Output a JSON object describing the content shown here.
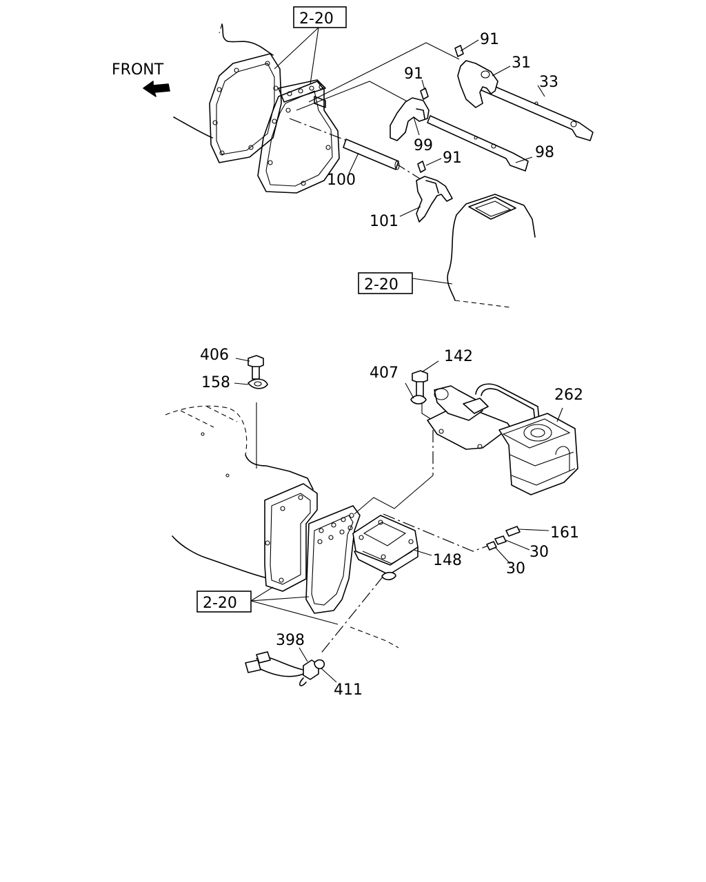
{
  "direction_label": "FRONT",
  "top_section": {
    "ref_tags": [
      "2-20",
      "2-20"
    ],
    "callouts": [
      "91",
      "31",
      "33",
      "91",
      "99",
      "98",
      "91",
      "100",
      "101"
    ]
  },
  "bottom_section": {
    "ref_tags": [
      "2-20"
    ],
    "callouts": [
      "406",
      "158",
      "142",
      "407",
      "262",
      "161",
      "30",
      "30",
      "148",
      "398",
      "411"
    ]
  }
}
